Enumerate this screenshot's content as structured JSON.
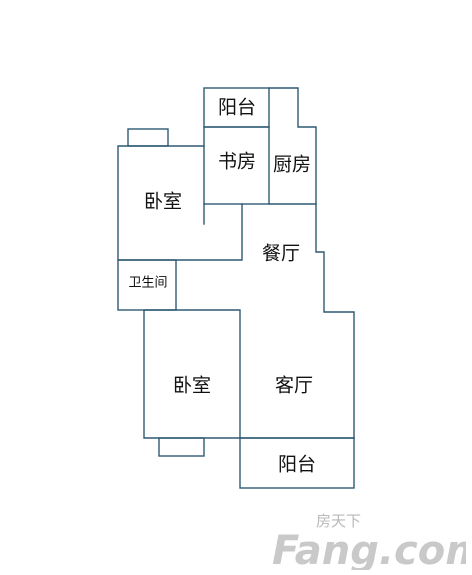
{
  "rooms": {
    "balcony_top": "阳台",
    "study": "书房",
    "kitchen": "厨房",
    "bedroom_upper": "卧室",
    "dining": "餐厅",
    "bathroom": "卫生间",
    "bedroom_lower": "卧室",
    "living": "客厅",
    "balcony_bottom": "阳台"
  },
  "watermark": {
    "cn": "房天下",
    "en": "Fang.com"
  }
}
